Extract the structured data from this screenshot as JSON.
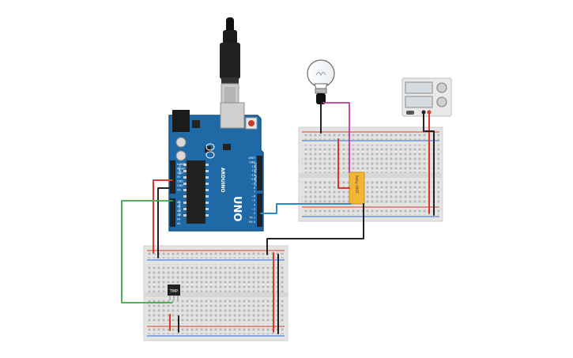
{
  "arduino": {
    "logo_text": "UNO",
    "brand_text": "ARDUINO",
    "header_top_labels": [
      "AREF",
      "GND",
      "13",
      "12",
      "~11",
      "~10",
      "~9",
      "8",
      "7",
      "~6",
      "~5",
      "4",
      "~3",
      "2",
      "TX 1",
      "RX 0"
    ],
    "power_labels": [
      "IOREF",
      "RESET",
      "3.3V",
      "5V",
      "GND",
      "GND",
      "Vin"
    ],
    "analog_labels": [
      "A0",
      "A1",
      "A2",
      "A3",
      "A4",
      "A5"
    ],
    "digital_label": "DIGITAL (PWM~)",
    "power_label": "POWER",
    "analog_label": "ANALOG IN"
  },
  "sensor": {
    "label": "TMP"
  },
  "relay": {
    "label": "Relay SPDT"
  },
  "colors": {
    "board": "#1f6aa6",
    "board_dark": "#17558a",
    "breadboard": "#e4e4e4",
    "wire_red": "#d93a2b",
    "wire_black": "#222222",
    "wire_green": "#3aa845",
    "wire_blue": "#2b8fc7",
    "wire_magenta": "#c03a9a",
    "relay": "#f2b636"
  }
}
